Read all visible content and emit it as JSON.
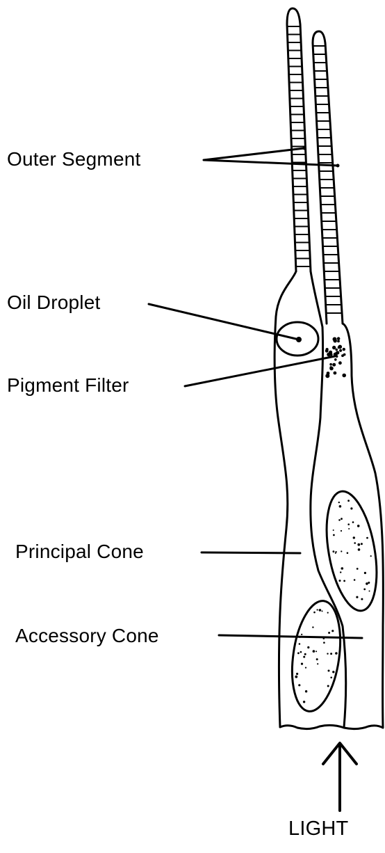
{
  "labels": {
    "outer_segment": "Outer Segment",
    "oil_droplet": "Oil Droplet",
    "pigment_filter": "Pigment Filter",
    "principal_cone": "Principal Cone",
    "accessory_cone": "Accessory Cone",
    "light": "LIGHT"
  },
  "colors": {
    "line": "#000000",
    "background": "#ffffff"
  }
}
